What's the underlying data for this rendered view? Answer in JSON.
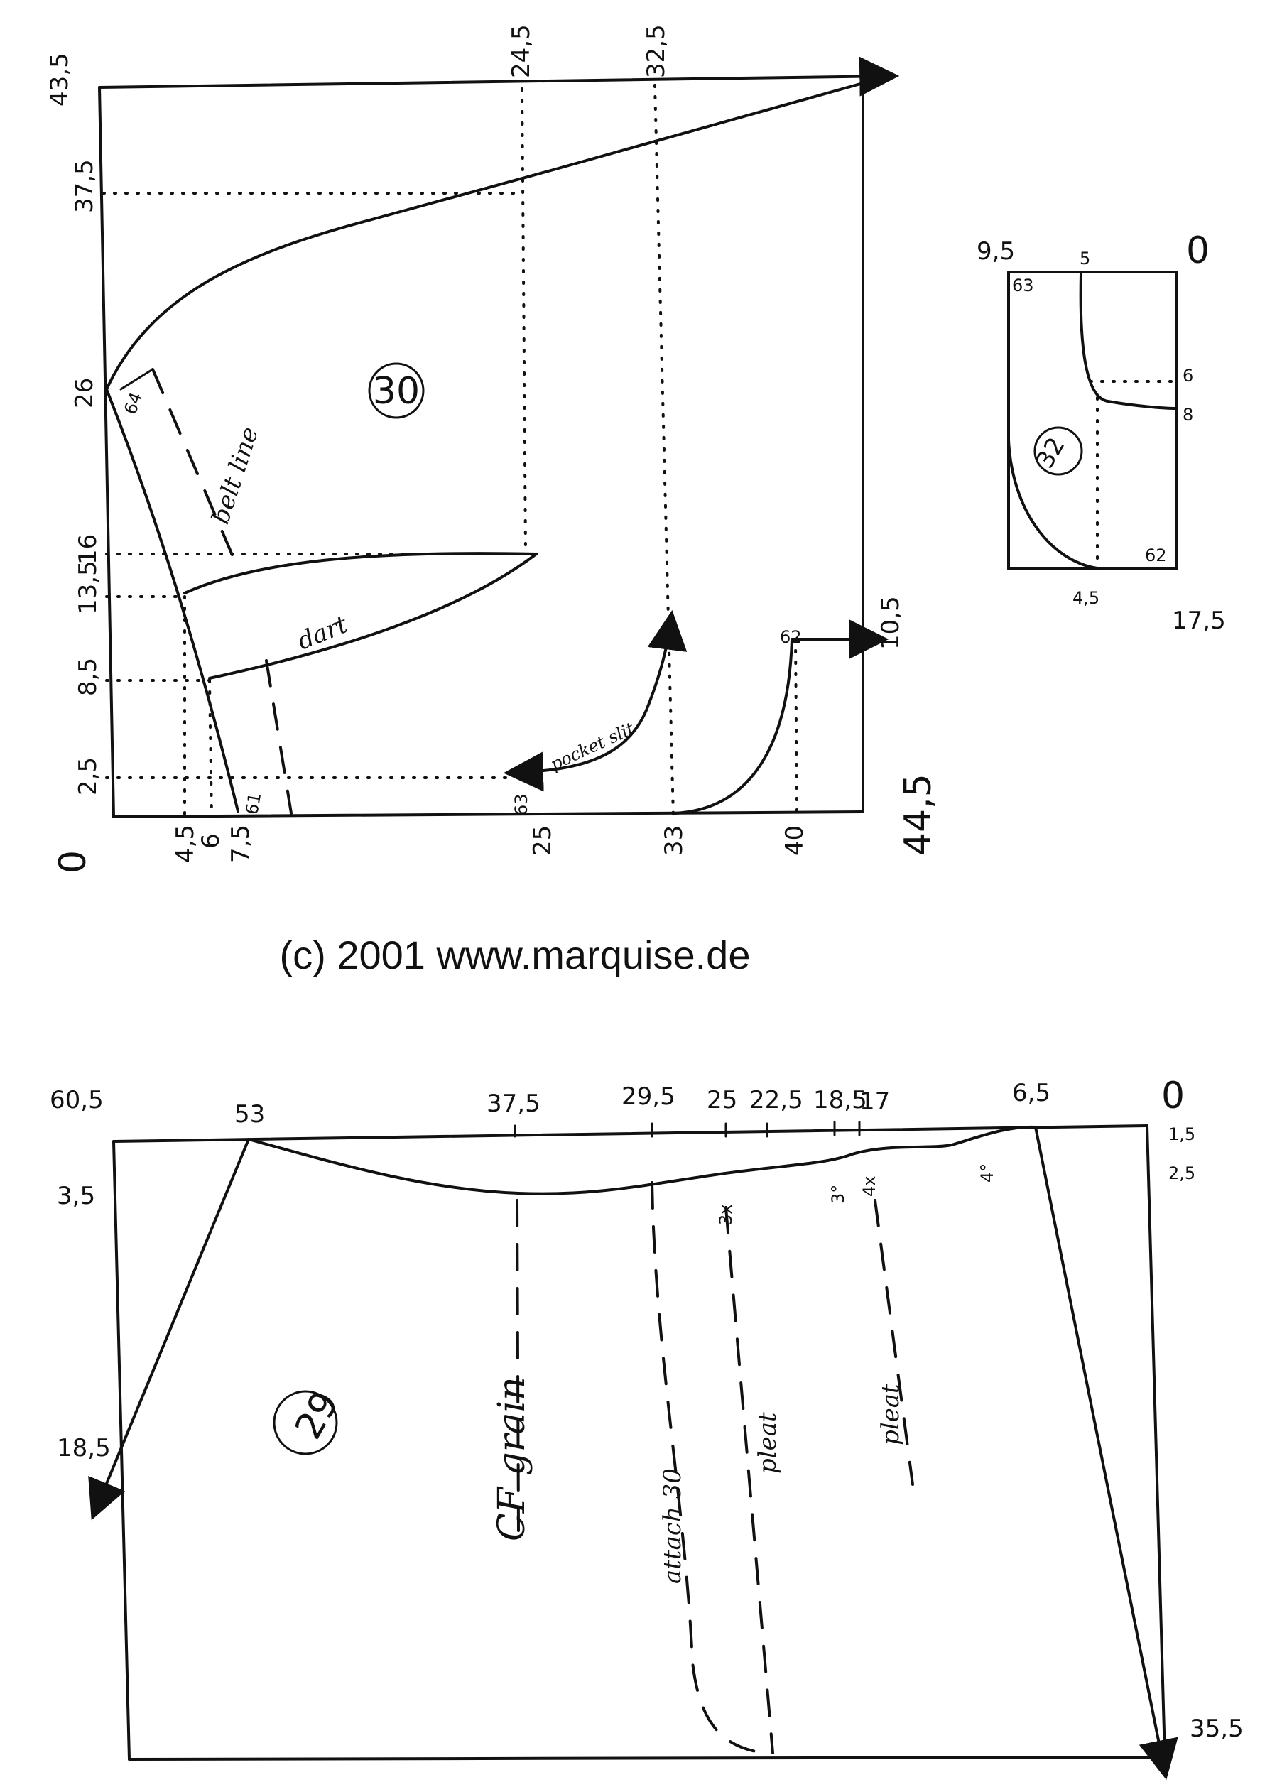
{
  "copyright": "(c) 2001 www.marquise.de",
  "piece30": {
    "number": "30",
    "top_marks": [
      "24,5",
      "32,5"
    ],
    "left_marks": [
      "43,5",
      "37,5",
      "26",
      "16",
      "13,5",
      "8,5",
      "2,5",
      "0"
    ],
    "bottom_marks": [
      "4,5",
      "6",
      "7,5",
      "25",
      "33",
      "40",
      "44,5"
    ],
    "right_mark": "10,5",
    "point_labels": [
      "64",
      "61",
      "63",
      "62"
    ],
    "belt_line_label": "belt line",
    "dart_label": "dart",
    "pocket_slit_label": "pocket slit"
  },
  "piece32": {
    "number": "32",
    "top_left_mark": "9,5",
    "top_marks": [
      "5",
      "0"
    ],
    "right_marks": [
      "6",
      "8"
    ],
    "bottom_marks": [
      "4,5",
      "17,5"
    ],
    "point_labels": [
      "63",
      "62"
    ]
  },
  "piece29": {
    "number": "29",
    "top_marks": [
      "60,5",
      "53",
      "37,5",
      "29,5",
      "25",
      "22,5",
      "18,5",
      "17",
      "6,5",
      "0"
    ],
    "right_marks": [
      "1,5",
      "2,5",
      "35,5"
    ],
    "left_marks": [
      "3,5",
      "18,5"
    ],
    "notch_labels": [
      "3x",
      "3°",
      "4x",
      "4°"
    ],
    "cf_grain_label": "CF grain",
    "attach_label": "attach 30",
    "pleat_labels": [
      "pleat",
      "pleat"
    ]
  }
}
